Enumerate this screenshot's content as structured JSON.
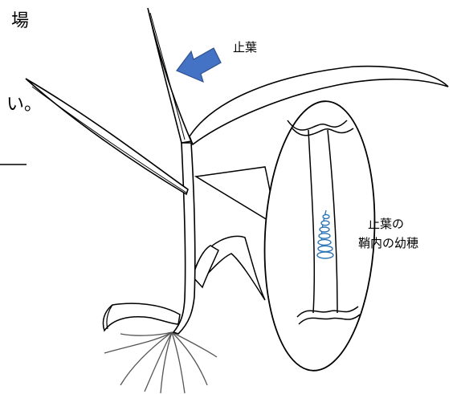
{
  "texts": {
    "edge_top": "場",
    "edge_mid": "い。",
    "flag_leaf": "止葉",
    "panicle_line1": "止葉の",
    "panicle_line2": "鞘内の幼穂"
  },
  "icons": {
    "pointer": "blue-arrow-icon"
  },
  "colors": {
    "arrow": "#4472C4",
    "arrow_stroke": "#2F528F",
    "panicle": "#2E75B6",
    "line": "#000000",
    "root": "#555555"
  }
}
